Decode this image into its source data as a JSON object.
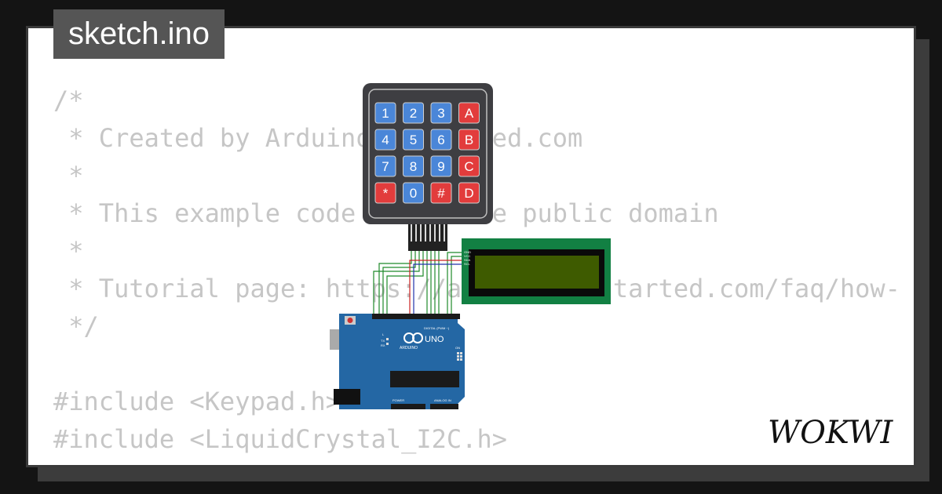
{
  "tab": {
    "title": "sketch.ino"
  },
  "code": {
    "lines": [
      "/*",
      " * Created by ArduinoGetStarted.com",
      " *",
      " * This example code is in the public domain",
      " *",
      " * Tutorial page: https://arduinogetstarted.com/faq/how-",
      " */",
      "",
      "#include <Keypad.h>",
      "#include <LiquidCrystal_I2C.h>"
    ]
  },
  "keypad": {
    "keys": [
      "1",
      "2",
      "3",
      "A",
      "4",
      "5",
      "6",
      "B",
      "7",
      "8",
      "9",
      "C",
      "*",
      "0",
      "#",
      "D"
    ],
    "digit_color": "#4a86d8",
    "letter_color": "#e23c3c",
    "body_color": "#3e3e42"
  },
  "lcd": {
    "board_color": "#128043",
    "screen_color": "#3e5b00",
    "pins": [
      "GND",
      "VCC",
      "SDA",
      "SCL"
    ]
  },
  "arduino": {
    "model": "UNO",
    "brand": "ARDUINO",
    "board_color": "#2467a4",
    "digital_label": "DIGITAL (PWM ~)",
    "power_label": "POWER",
    "analog_label": "ANALOG IN",
    "tx_label": "TX",
    "rx_label": "RX",
    "l_label": "L",
    "on_label": "ON"
  },
  "brand": {
    "name": "WOKWI"
  }
}
